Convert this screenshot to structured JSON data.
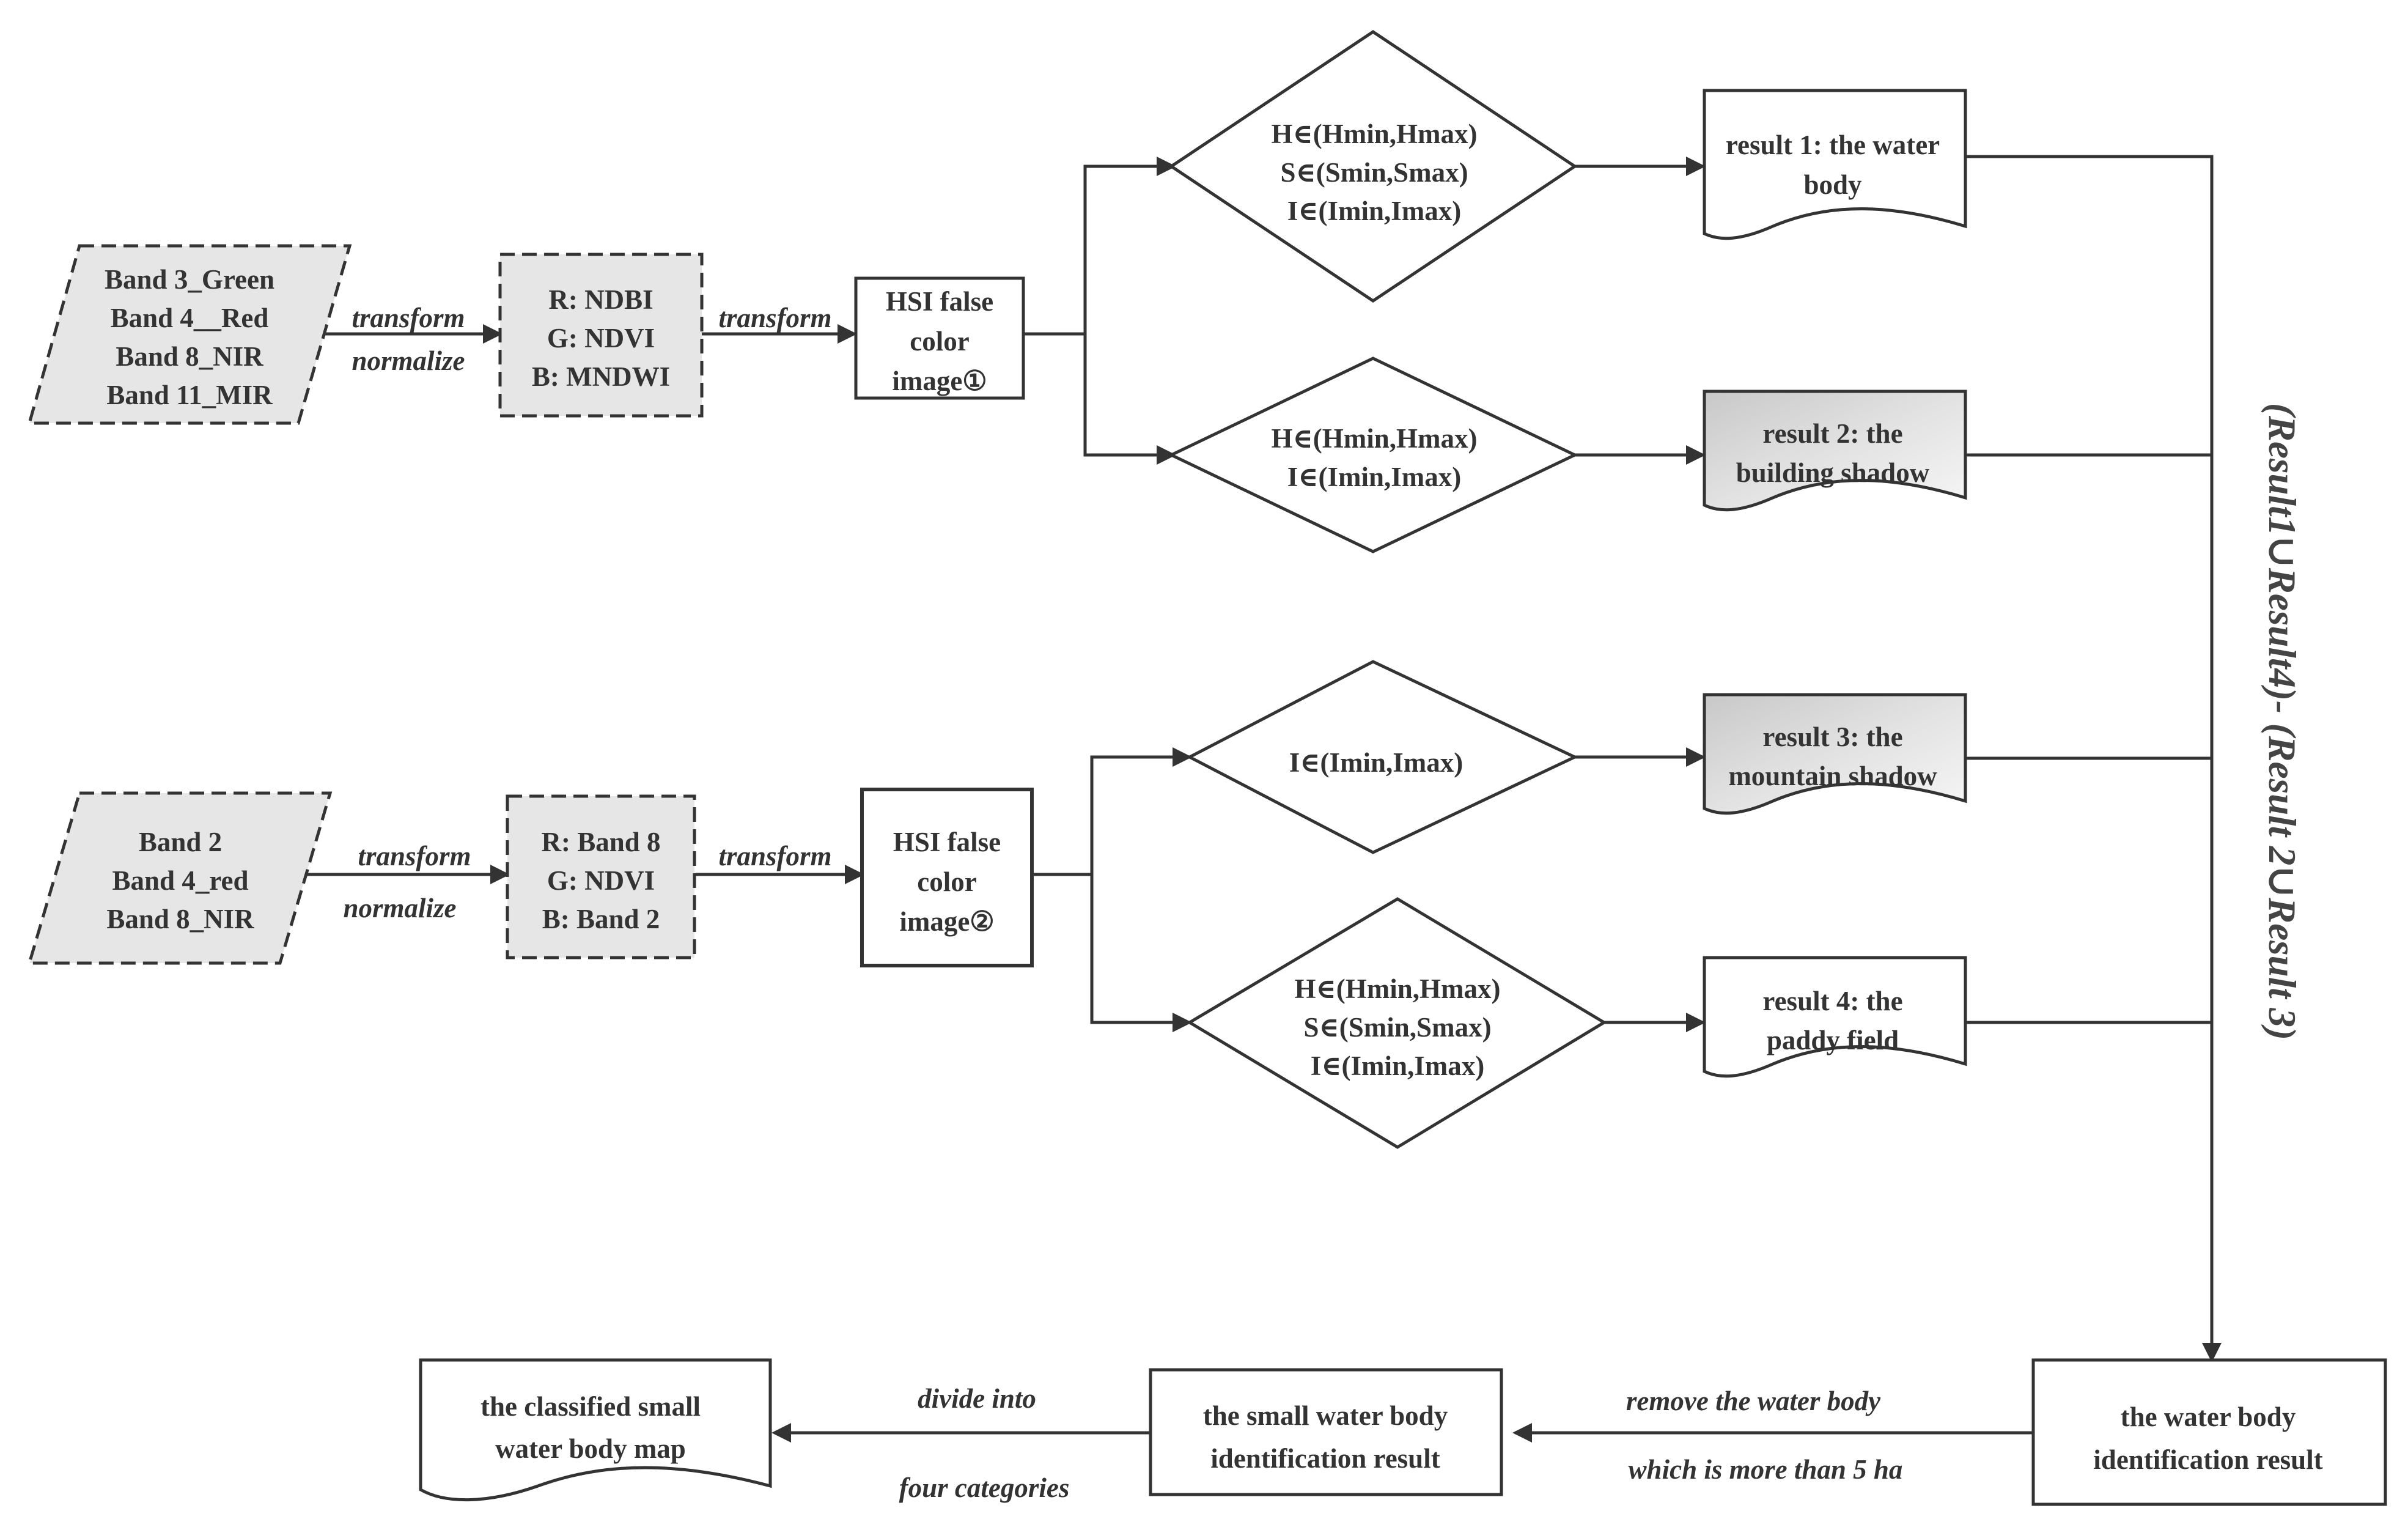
{
  "nodes": {
    "input1": [
      "Band 3_Green",
      "Band 4__Red",
      "Band 8_NIR",
      "Band 11_MIR"
    ],
    "comp1": [
      "R: NDBI",
      "G: NDVI",
      "B: MNDWI"
    ],
    "hsi1": [
      "HSI false",
      "color",
      "image①"
    ],
    "cond1": [
      "H∈(Hmin,Hmax)",
      "S∈(Smin,Smax)",
      "I∈(Imin,Imax)"
    ],
    "cond2": [
      "H∈(Hmin,Hmax)",
      "I∈(Imin,Imax)"
    ],
    "result1": [
      "result 1: the water",
      "body"
    ],
    "result2": [
      "result 2: the",
      "building shadow"
    ],
    "input2": [
      "Band 2",
      "Band 4_red",
      "Band 8_NIR"
    ],
    "comp2": [
      "R: Band 8",
      "G: NDVI",
      "B: Band 2"
    ],
    "hsi2": [
      "HSI false",
      "color",
      "image②"
    ],
    "cond3": [
      "I∈(Imin,Imax)"
    ],
    "cond4": [
      "H∈(Hmin,Hmax)",
      "S∈(Smin,Smax)",
      "I∈(Imin,Imax)"
    ],
    "result3": [
      "result 3: the",
      "mountain shadow"
    ],
    "result4": [
      "result 4: the",
      "paddy field"
    ],
    "water_result": [
      "the water body",
      "identification result"
    ],
    "small_result": [
      "the small water body",
      "identification result"
    ],
    "classified_map": [
      "the classified small",
      "water body map"
    ]
  },
  "edges": {
    "e1_top": "transform",
    "e1_bottom": "normalize",
    "e2": "transform",
    "e3_top": "transform",
    "e3_bottom": "normalize",
    "e4": "transform",
    "remove_top": "remove the water body",
    "remove_bottom": "which is more than 5 ha",
    "divide_top": "divide into",
    "divide_bottom": "four categories"
  },
  "formula": "(Result1∪Result4)- (Result 2∪Result 3)"
}
